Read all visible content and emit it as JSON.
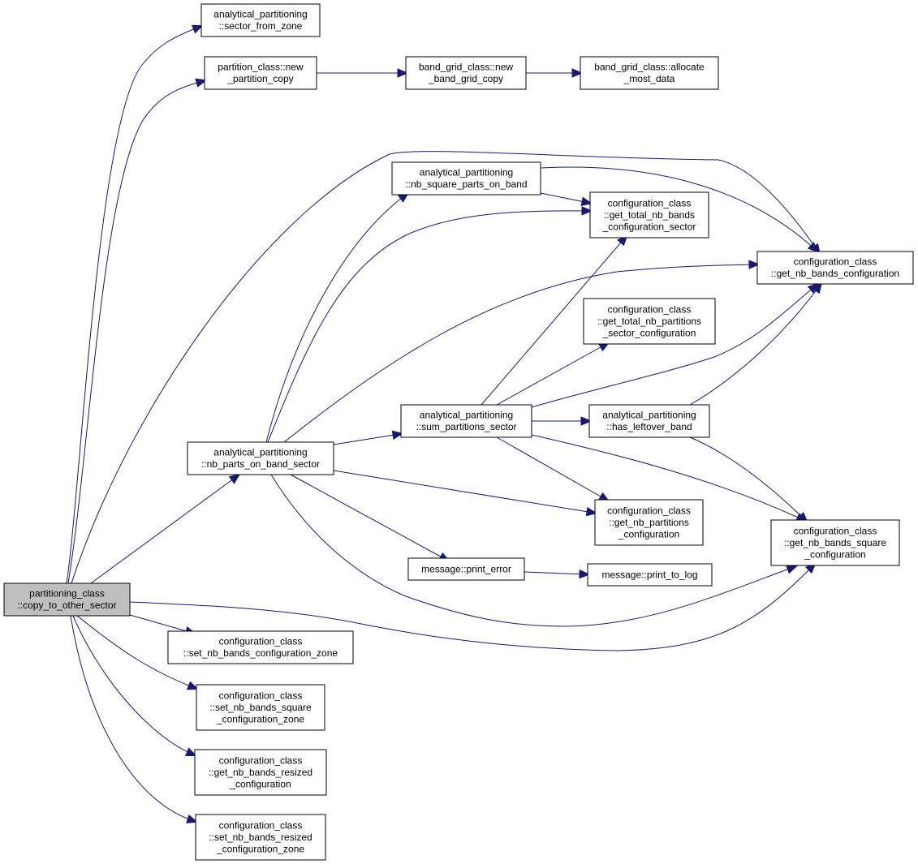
{
  "colors": {
    "edge": "#191970",
    "node_fill": "#ffffff",
    "root_fill": "#bfbfbf",
    "border": "#000000"
  },
  "nodes": [
    {
      "id": "copy_to_other_sector",
      "lines": [
        "partitioning_class",
        "::copy_to_other_sector"
      ],
      "root": true
    },
    {
      "id": "sector_from_zone",
      "lines": [
        "analytical_partitioning",
        "::sector_from_zone"
      ]
    },
    {
      "id": "new_partition_copy",
      "lines": [
        "partition_class::new",
        "_partition_copy"
      ]
    },
    {
      "id": "new_band_grid_copy",
      "lines": [
        "band_grid_class::new",
        "_band_grid_copy"
      ]
    },
    {
      "id": "allocate_most_data",
      "lines": [
        "band_grid_class::allocate",
        "_most_data"
      ]
    },
    {
      "id": "nb_square_parts_on_band",
      "lines": [
        "analytical_partitioning",
        "::nb_square_parts_on_band"
      ]
    },
    {
      "id": "get_total_nb_bands_configuration_sector",
      "lines": [
        "configuration_class",
        "::get_total_nb_bands",
        "_configuration_sector"
      ]
    },
    {
      "id": "get_nb_bands_configuration",
      "lines": [
        "configuration_class",
        "::get_nb_bands_configuration"
      ]
    },
    {
      "id": "get_total_nb_partitions_sector_configuration",
      "lines": [
        "configuration_class",
        "::get_total_nb_partitions",
        "_sector_configuration"
      ]
    },
    {
      "id": "sum_partitions_sector",
      "lines": [
        "analytical_partitioning",
        "::sum_partitions_sector"
      ]
    },
    {
      "id": "has_leftover_band",
      "lines": [
        "analytical_partitioning",
        "::has_leftover_band"
      ]
    },
    {
      "id": "nb_parts_on_band_sector",
      "lines": [
        "analytical_partitioning",
        "::nb_parts_on_band_sector"
      ]
    },
    {
      "id": "get_nb_partitions_configuration",
      "lines": [
        "configuration_class",
        "::get_nb_partitions",
        "_configuration"
      ]
    },
    {
      "id": "get_nb_bands_square_configuration",
      "lines": [
        "configuration_class",
        "::get_nb_bands_square",
        "_configuration"
      ]
    },
    {
      "id": "print_error",
      "lines": [
        "message::print_error"
      ]
    },
    {
      "id": "print_to_log",
      "lines": [
        "message::print_to_log"
      ]
    },
    {
      "id": "set_nb_bands_configuration_zone",
      "lines": [
        "configuration_class",
        "::set_nb_bands_configuration_zone"
      ]
    },
    {
      "id": "set_nb_bands_square_configuration_zone",
      "lines": [
        "configuration_class",
        "::set_nb_bands_square",
        "_configuration_zone"
      ]
    },
    {
      "id": "get_nb_bands_resized_configuration",
      "lines": [
        "configuration_class",
        "::get_nb_bands_resized",
        "_configuration"
      ]
    },
    {
      "id": "set_nb_bands_resized_configuration_zone",
      "lines": [
        "configuration_class",
        "::set_nb_bands_resized",
        "_configuration_zone"
      ]
    }
  ],
  "edges": [
    {
      "from": "copy_to_other_sector",
      "to": "sector_from_zone"
    },
    {
      "from": "copy_to_other_sector",
      "to": "new_partition_copy"
    },
    {
      "from": "copy_to_other_sector",
      "to": "get_nb_bands_configuration"
    },
    {
      "from": "copy_to_other_sector",
      "to": "nb_parts_on_band_sector"
    },
    {
      "from": "copy_to_other_sector",
      "to": "get_nb_bands_square_configuration"
    },
    {
      "from": "copy_to_other_sector",
      "to": "set_nb_bands_configuration_zone"
    },
    {
      "from": "copy_to_other_sector",
      "to": "set_nb_bands_square_configuration_zone"
    },
    {
      "from": "copy_to_other_sector",
      "to": "get_nb_bands_resized_configuration"
    },
    {
      "from": "copy_to_other_sector",
      "to": "set_nb_bands_resized_configuration_zone"
    },
    {
      "from": "new_partition_copy",
      "to": "new_band_grid_copy"
    },
    {
      "from": "new_band_grid_copy",
      "to": "allocate_most_data"
    },
    {
      "from": "nb_square_parts_on_band",
      "to": "get_total_nb_bands_configuration_sector"
    },
    {
      "from": "nb_square_parts_on_band",
      "to": "get_nb_bands_configuration"
    },
    {
      "from": "nb_parts_on_band_sector",
      "to": "nb_square_parts_on_band"
    },
    {
      "from": "nb_parts_on_band_sector",
      "to": "get_total_nb_bands_configuration_sector"
    },
    {
      "from": "nb_parts_on_band_sector",
      "to": "get_nb_bands_configuration"
    },
    {
      "from": "nb_parts_on_band_sector",
      "to": "sum_partitions_sector"
    },
    {
      "from": "nb_parts_on_band_sector",
      "to": "get_nb_partitions_configuration"
    },
    {
      "from": "nb_parts_on_band_sector",
      "to": "print_error"
    },
    {
      "from": "nb_parts_on_band_sector",
      "to": "get_nb_bands_square_configuration"
    },
    {
      "from": "sum_partitions_sector",
      "to": "get_total_nb_bands_configuration_sector"
    },
    {
      "from": "sum_partitions_sector",
      "to": "get_nb_bands_configuration"
    },
    {
      "from": "sum_partitions_sector",
      "to": "get_total_nb_partitions_sector_configuration"
    },
    {
      "from": "sum_partitions_sector",
      "to": "has_leftover_band"
    },
    {
      "from": "sum_partitions_sector",
      "to": "get_nb_partitions_configuration"
    },
    {
      "from": "sum_partitions_sector",
      "to": "get_nb_bands_square_configuration"
    },
    {
      "from": "has_leftover_band",
      "to": "get_nb_bands_configuration"
    },
    {
      "from": "has_leftover_band",
      "to": "get_nb_bands_square_configuration"
    },
    {
      "from": "print_error",
      "to": "print_to_log"
    }
  ]
}
